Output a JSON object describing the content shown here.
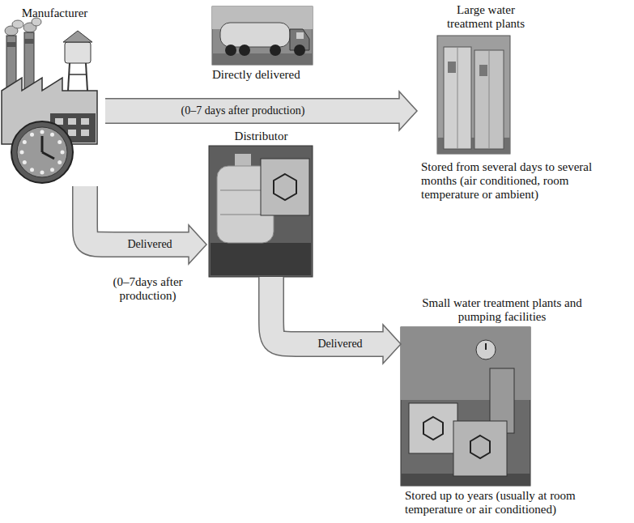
{
  "diagram": {
    "nodes": [
      {
        "text": [
          "Manufacturer"
        ]
      },
      {
        "text": [
          "Large water treatment plants",
          "Stored from several days to several months (air conditioned, room temperature or ambient)"
        ]
      },
      {
        "text": [
          "Distributor"
        ]
      },
      {
        "text": [
          "Small water treatment plants and pumping facilities",
          "Stored up to years (usually at room temperature or air conditioned)"
        ]
      }
    ],
    "edges": [
      {
        "from": 0,
        "to": 1,
        "arrow": "to",
        "label": "(0–7 days after production)"
      },
      {
        "from": 0,
        "to": 2,
        "arrow": "to",
        "label": "Delivered"
      },
      {
        "from": 2,
        "to": 3,
        "arrow": "to",
        "label": "Delivered"
      }
    ],
    "labels": [
      "Directly delivered",
      "(0–7days after production)"
    ]
  }
}
